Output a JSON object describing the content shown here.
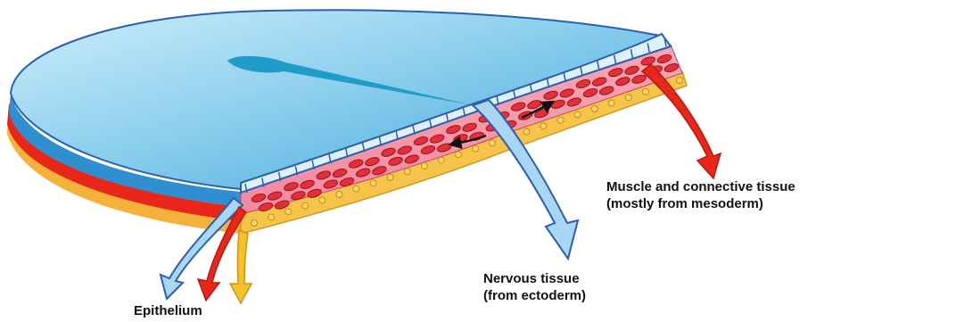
{
  "labels": {
    "muscle_line1": "Muscle and connective tissue",
    "muscle_line2": "(mostly from mesoderm)",
    "nervous_line1": "Nervous tissue",
    "nervous_line2": "(from ectoderm)",
    "epithelium": "Epithelium"
  },
  "colors": {
    "epithelium_surface": "#7ec8ea",
    "epithelium_cells": "#2a5fb0",
    "muscle_layer": "#e8415a",
    "muscle_cells": "#d8242f",
    "connective_layer": "#f3b73a",
    "arrow_red": "#e8261a",
    "arrow_blue": "#a9d6f2",
    "arrow_yellow": "#f6c02a"
  }
}
